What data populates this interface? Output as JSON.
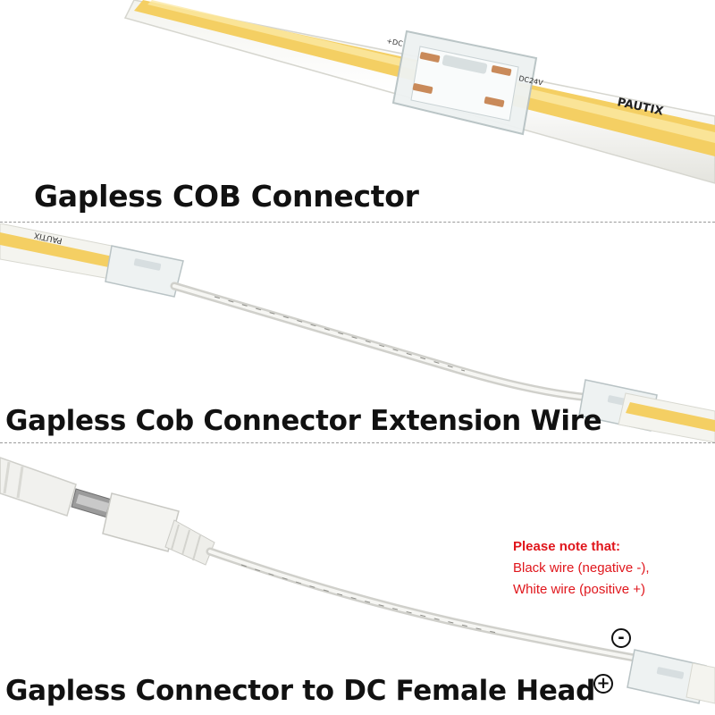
{
  "captions": {
    "panel1": "Gapless COB Connector",
    "panel2": "Gapless Cob Connector Extension Wire",
    "panel3": "Gapless Connector to DC Female Head"
  },
  "strip_labels": {
    "brand": "PAUTIX",
    "voltage": "DC24V",
    "polarity_pos": "+DC"
  },
  "note": {
    "title": "Please note that:",
    "line1": "Black wire (negative -),",
    "line2": "White wire (positive +)"
  },
  "polarity_symbols": {
    "negative": "-",
    "positive": "+"
  },
  "colors": {
    "note_red": "#e0161c",
    "led_yellow": "#f7d774",
    "led_core": "#fbe9a4"
  }
}
